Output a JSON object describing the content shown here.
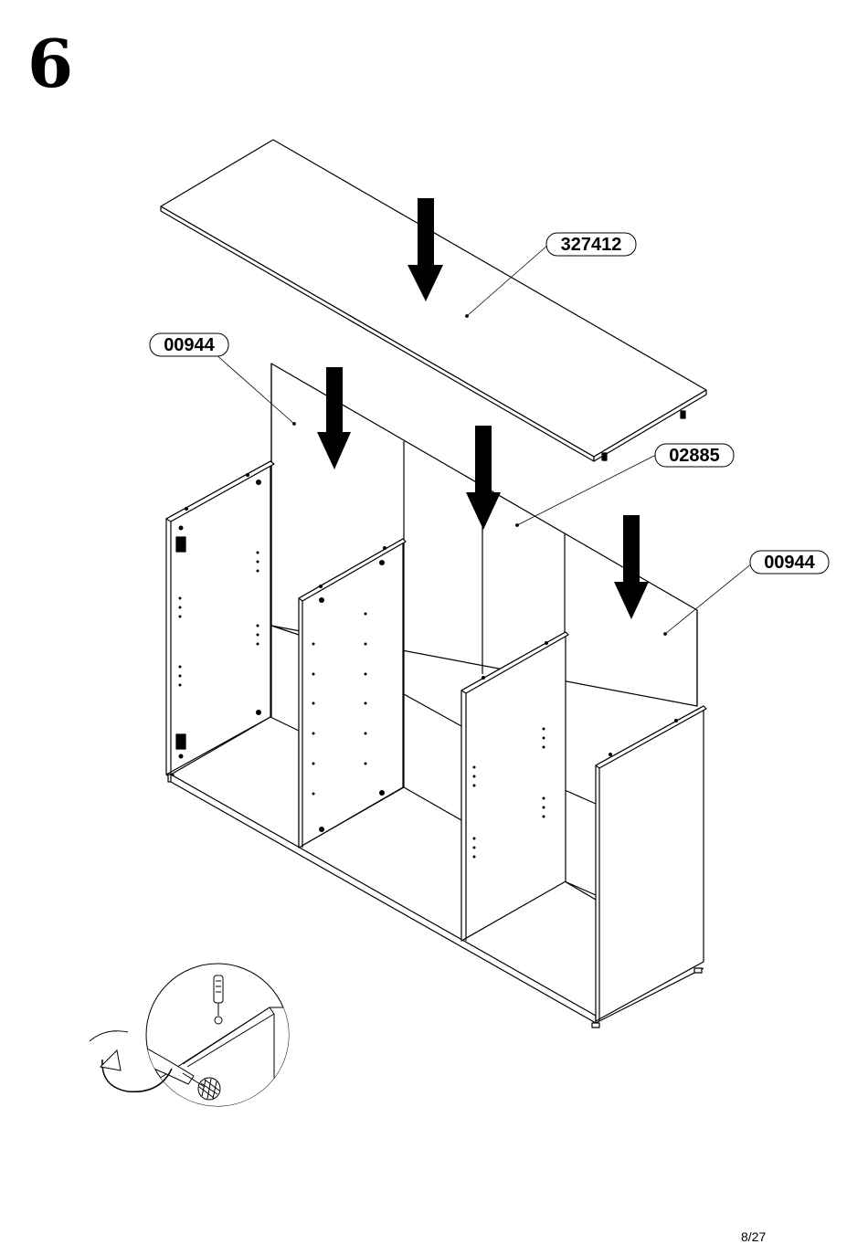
{
  "step": {
    "number": "6"
  },
  "parts": [
    {
      "id": "top_panel",
      "label": "327412"
    },
    {
      "id": "side_left",
      "label": "00944"
    },
    {
      "id": "back_panel",
      "label": "02885"
    },
    {
      "id": "side_right",
      "label": "00944"
    }
  ],
  "footer": {
    "page": "8/27"
  }
}
